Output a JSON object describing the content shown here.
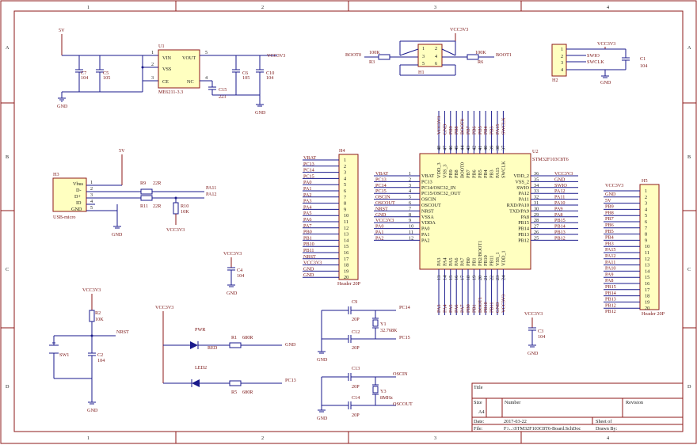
{
  "grid": {
    "cols": [
      "1",
      "2",
      "3",
      "4"
    ],
    "rows": [
      "A",
      "B",
      "C",
      "D"
    ]
  },
  "power": {
    "v5": "5V",
    "vcc": "VCC3V3",
    "gnd": "GND"
  },
  "u1": {
    "ref": "U1",
    "part": "ME6211-3.3",
    "pins": [
      {
        "n": "1",
        "name": "VIN"
      },
      {
        "n": "2",
        "name": "VSS"
      },
      {
        "n": "3",
        "name": "CE"
      },
      {
        "n": "5",
        "name": "VOUT"
      },
      {
        "n": "4",
        "name": "NC"
      }
    ],
    "c7": {
      "ref": "C7",
      "val": "104"
    },
    "c5": {
      "ref": "C5",
      "val": "105"
    },
    "c6": {
      "ref": "C6",
      "val": "105"
    },
    "c10": {
      "ref": "C10",
      "val": "104"
    },
    "c15": {
      "ref": "C15",
      "val": "223"
    }
  },
  "h1": {
    "ref": "H1",
    "boot0": "BOOT0",
    "boot1": "BOOT1",
    "r3": {
      "ref": "R3",
      "val": "100K"
    },
    "r6": {
      "ref": "R6",
      "val": "100K"
    },
    "pins": [
      "1",
      "2",
      "3",
      "4",
      "5",
      "6"
    ]
  },
  "h2": {
    "ref": "H2",
    "pins": [
      "1",
      "2",
      "3",
      "4"
    ],
    "swio": "SWIO",
    "swclk": "SWCLK",
    "c1": {
      "ref": "C1",
      "val": "104"
    }
  },
  "h3": {
    "ref": "H3",
    "part": "USB-micro",
    "pins": [
      {
        "n": "1",
        "name": "Vbus"
      },
      {
        "n": "2",
        "name": "D-"
      },
      {
        "n": "3",
        "name": "D+"
      },
      {
        "n": "4",
        "name": "ID"
      },
      {
        "n": "5",
        "name": "GND"
      }
    ],
    "r9": {
      "ref": "R9",
      "val": "22R"
    },
    "r11": {
      "ref": "R11",
      "val": "22R"
    },
    "r10": {
      "ref": "R10",
      "val": "10K"
    },
    "pa11": "PA11",
    "pa12": "PA12"
  },
  "h4": {
    "ref": "H4",
    "part": "Header 20P",
    "labels": [
      "VBAT",
      "PC13",
      "PC14",
      "PC15",
      "PA0",
      "PA1",
      "PA2",
      "PA3",
      "PA4",
      "PA5",
      "PA6",
      "PA7",
      "PB0",
      "PB1",
      "PB10",
      "PB11",
      "NRST",
      "VCC3V3",
      "GND",
      "GND"
    ],
    "pins": [
      "1",
      "2",
      "3",
      "4",
      "5",
      "6",
      "7",
      "8",
      "9",
      "10",
      "11",
      "12",
      "13",
      "14",
      "15",
      "16",
      "17",
      "18",
      "19",
      "20"
    ]
  },
  "h5": {
    "ref": "H5",
    "part": "Header 20P",
    "labels": [
      "GND",
      "5V",
      "PB9",
      "PB8",
      "PB7",
      "PB6",
      "PB5",
      "PB4",
      "PB3",
      "PA15",
      "PA12",
      "PA11",
      "PA10",
      "PA9",
      "PA8",
      "PB15",
      "PB14",
      "PB13",
      "PB12",
      "PB12"
    ],
    "top": "VCC3V3",
    "pins": [
      "1",
      "2",
      "3",
      "4",
      "5",
      "6",
      "7",
      "8",
      "9",
      "10",
      "11",
      "12",
      "13",
      "14",
      "15",
      "16",
      "17",
      "18",
      "19",
      "20"
    ]
  },
  "u2": {
    "ref": "U2",
    "part": "STM32F103C8T6",
    "left": [
      {
        "n": "1",
        "name": "VBAT",
        "net": "VBAT"
      },
      {
        "n": "2",
        "name": "PC13",
        "net": "PC13"
      },
      {
        "n": "3",
        "name": "PC14/OSC32_IN",
        "net": "PC14"
      },
      {
        "n": "4",
        "name": "PC15/OSC32_OUT",
        "net": "PC15"
      },
      {
        "n": "5",
        "name": "OSCIN",
        "net": "OSCIN"
      },
      {
        "n": "6",
        "name": "OSCOUT",
        "net": "OSCOUT"
      },
      {
        "n": "7",
        "name": "NRST",
        "net": "NRST"
      },
      {
        "n": "8",
        "name": "VSSA",
        "net": "GND"
      },
      {
        "n": "9",
        "name": "VDDA",
        "net": "VCC3V3"
      },
      {
        "n": "10",
        "name": "PA0",
        "net": "PA0"
      },
      {
        "n": "11",
        "name": "PA1",
        "net": "PA1"
      },
      {
        "n": "12",
        "name": "PA2",
        "net": "PA2"
      }
    ],
    "right": [
      {
        "n": "36",
        "name": "VDD_2",
        "net": "VCC3V3"
      },
      {
        "n": "35",
        "name": "VSS_2",
        "net": "GND"
      },
      {
        "n": "34",
        "name": "SWIO",
        "net": "SWIO"
      },
      {
        "n": "33",
        "name": "PA12",
        "net": "PA12"
      },
      {
        "n": "32",
        "name": "PA11",
        "net": "PA11"
      },
      {
        "n": "31",
        "name": "RXD/PA10",
        "net": "PA10"
      },
      {
        "n": "30",
        "name": "TXD/PA9",
        "net": "PA9"
      },
      {
        "n": "29",
        "name": "PA8",
        "net": "PA8"
      },
      {
        "n": "28",
        "name": "PB15",
        "net": "PB15"
      },
      {
        "n": "27",
        "name": "PB14",
        "net": "PB14"
      },
      {
        "n": "26",
        "name": "PB13",
        "net": "PB13"
      },
      {
        "n": "25",
        "name": "PB12",
        "net": "PB12"
      }
    ],
    "top": [
      {
        "n": "48",
        "net": "VCC3V3"
      },
      {
        "n": "47",
        "net": "GND"
      },
      {
        "n": "46",
        "net": "PB9"
      },
      {
        "n": "45",
        "net": "PB8"
      },
      {
        "n": "44",
        "net": "BOOT0"
      },
      {
        "n": "43",
        "net": "PB7"
      },
      {
        "n": "42",
        "net": "PB6"
      },
      {
        "n": "41",
        "net": "PB5"
      },
      {
        "n": "40",
        "net": "PB4"
      },
      {
        "n": "39",
        "net": "PB3"
      },
      {
        "n": "38",
        "net": "PA15"
      },
      {
        "n": "37",
        "net": "SWCLK"
      }
    ],
    "topnames": [
      "VDD_3",
      "VSS_3",
      "PB9",
      "PB8",
      "BOOT0",
      "PB7",
      "PB6",
      "PB5",
      "PB4",
      "PB3",
      "PA15",
      "SWCLK"
    ],
    "bottom": [
      {
        "n": "13",
        "net": "PA3"
      },
      {
        "n": "14",
        "net": "PA4"
      },
      {
        "n": "15",
        "net": "PA5"
      },
      {
        "n": "16",
        "net": "PA6"
      },
      {
        "n": "17",
        "net": "PA7"
      },
      {
        "n": "18",
        "net": "PB0"
      },
      {
        "n": "19",
        "net": "PB1"
      },
      {
        "n": "20",
        "net": "BOOT1"
      },
      {
        "n": "21",
        "net": "PB10"
      },
      {
        "n": "22",
        "net": "PB11"
      },
      {
        "n": "23",
        "net": "GND"
      },
      {
        "n": "24",
        "net": "VCC3V3"
      }
    ],
    "bottomnames": [
      "PA3",
      "PA4",
      "PA5",
      "PA6",
      "PA7",
      "PB0",
      "PB1",
      "PB2/BOOT1",
      "PB10",
      "PB11",
      "VSS_1",
      "VDD_1"
    ]
  },
  "c4": {
    "ref": "C4",
    "val": "104"
  },
  "c3": {
    "ref": "C3",
    "val": "104"
  },
  "reset": {
    "r2": {
      "ref": "R2",
      "val": "10K"
    },
    "c2": {
      "ref": "C2",
      "val": "104"
    },
    "sw": "SW1",
    "nrst": "NRST"
  },
  "leds": {
    "pwr": "PWR",
    "red": "RED",
    "led2": "LED2",
    "r1": {
      "ref": "R1",
      "val": "680R"
    },
    "r5": {
      "ref": "R5",
      "val": "680R"
    },
    "gnd": "GND",
    "pc13": "PC13"
  },
  "xtal32": {
    "c9": {
      "ref": "C9",
      "val": "20P"
    },
    "c12": {
      "ref": "C12",
      "val": "20P"
    },
    "y1": {
      "ref": "Y1",
      "val": "32.768K"
    },
    "pc14": "PC14",
    "pc15": "PC15"
  },
  "xtal8": {
    "c13": {
      "ref": "C13",
      "val": "20P"
    },
    "c14": {
      "ref": "C14",
      "val": "20P"
    },
    "y3": {
      "ref": "Y3",
      "val": "8MHz"
    },
    "oscin": "OSCIN",
    "oscout": "OSCOUT"
  },
  "title_block": {
    "title": "Title",
    "size_lbl": "Size",
    "size": "A4",
    "number_lbl": "Number",
    "revision_lbl": "Revision",
    "date_lbl": "Date:",
    "date": "2017-03-22",
    "sheet": "Sheet   of",
    "file_lbl": "File:",
    "file": "F:\\...\\STM32F103C8T6-Board.SchDoc",
    "drawnby": "Drawn By:"
  }
}
